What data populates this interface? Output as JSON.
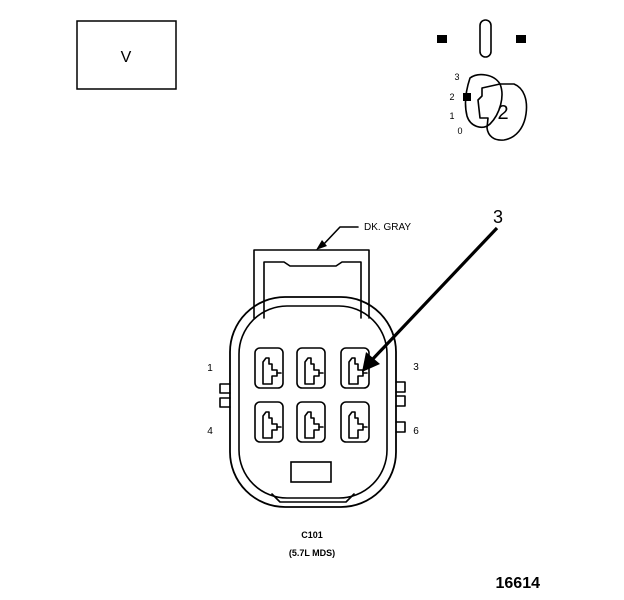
{
  "view_label": "V",
  "key_position_numbers": [
    "3",
    "2",
    "1",
    "0"
  ],
  "key_callout": "2",
  "wire_color_label": "DK. GRAY",
  "arrow_callout": "3",
  "pin_labels": {
    "top_left": "1",
    "bottom_left": "4",
    "top_right": "3",
    "bottom_right": "6"
  },
  "connector_id": "C101",
  "connector_note": "(5.7L MDS)",
  "figure_number": "16614",
  "colors": {
    "line": "#000000",
    "background": "#ffffff"
  }
}
